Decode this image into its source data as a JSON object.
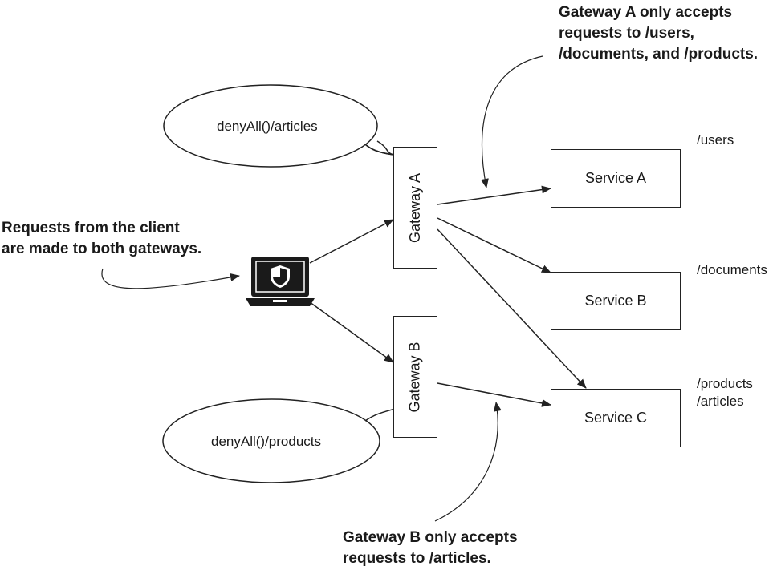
{
  "gateways": {
    "a": {
      "label": "Gateway A"
    },
    "b": {
      "label": "Gateway B"
    }
  },
  "services": {
    "a": {
      "label": "Service A"
    },
    "b": {
      "label": "Service B"
    },
    "c": {
      "label": "Service C"
    }
  },
  "routes": {
    "service_a": [
      "/users"
    ],
    "service_b": [
      "/documents"
    ],
    "service_c": [
      "/products",
      "/articles"
    ]
  },
  "bubbles": {
    "gateway_a": "denyAll()/articles",
    "gateway_b": "denyAll()/products"
  },
  "annotations": {
    "client": [
      "Requests from the client",
      "are made to both gateways."
    ],
    "gateway_a": [
      "Gateway A only accepts",
      "requests to /users,",
      "/documents, and /products."
    ],
    "gateway_b": [
      "Gateway B only accepts",
      "requests to /articles."
    ]
  },
  "client_icon": "laptop-shield-icon"
}
